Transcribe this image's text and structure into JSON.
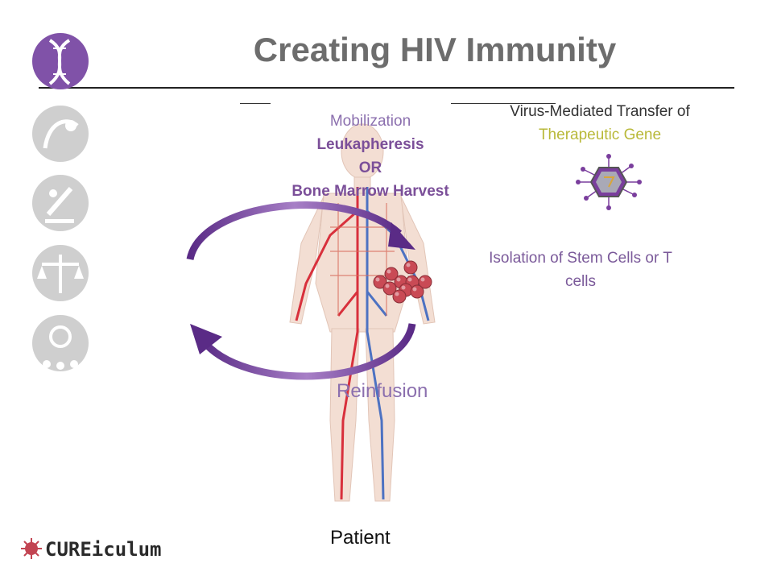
{
  "title": "Creating HIV Immunity",
  "mobilization": {
    "line1": "Mobilization",
    "line2": "Leukapheresis",
    "line3": "OR",
    "line4": "Bone Marrow Harvest"
  },
  "virus_transfer": {
    "line1": "Virus-Mediated Transfer of",
    "line2": "Therapeutic Gene"
  },
  "isolation": {
    "line1": "Isolation of Stem Cells or T",
    "line2": "cells"
  },
  "reinfusion": "Reinfusion",
  "patient": "Patient",
  "logo": "CUREiculum",
  "colors": {
    "purple_accent": "#7a3e9d",
    "icon_gray": "#c8c8c8",
    "gene_text": "#b9b93a",
    "cell_red": "#c94a55"
  },
  "icons": [
    "dna-helix-icon",
    "research-icon",
    "microscope-icon",
    "scales-icon",
    "community-icon"
  ]
}
